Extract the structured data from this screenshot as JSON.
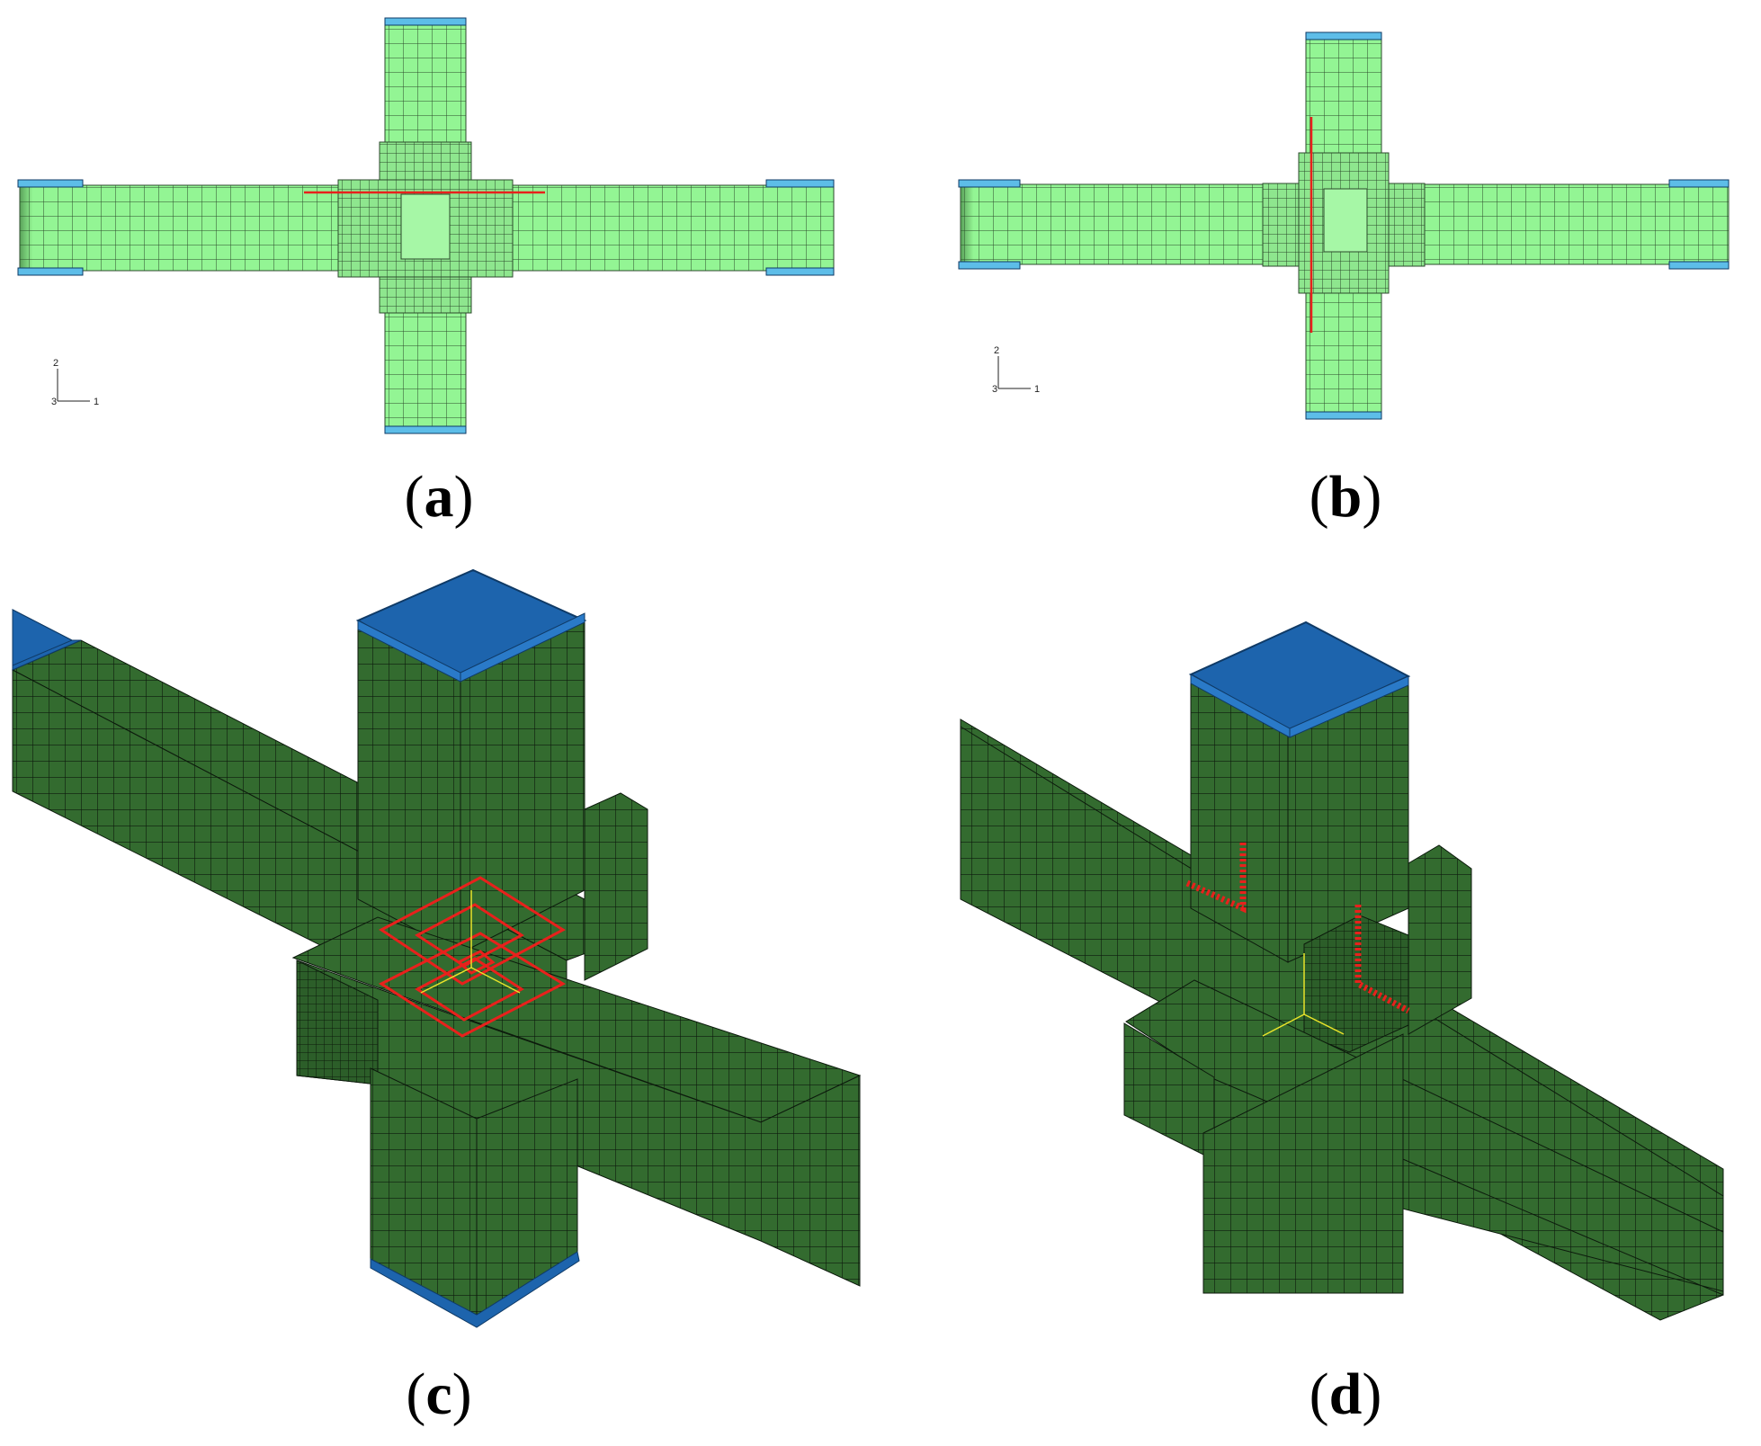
{
  "panels": [
    {
      "id": "a",
      "caption": "a"
    },
    {
      "id": "b",
      "caption": "b"
    },
    {
      "id": "c",
      "caption": "c"
    },
    {
      "id": "d",
      "caption": "d"
    }
  ],
  "triad": {
    "axis_vertical": "2",
    "axis_horizontal": "1",
    "axis_out": "3"
  },
  "colors": {
    "mesh_light": "#93f594",
    "mesh_dark": "#336b2f",
    "mesh_line": "#1a2a1a",
    "plate_light": "#5dbde8",
    "plate_dark": "#1d64ad",
    "rebar": "#e8211c",
    "csys": "#e8e22a"
  }
}
